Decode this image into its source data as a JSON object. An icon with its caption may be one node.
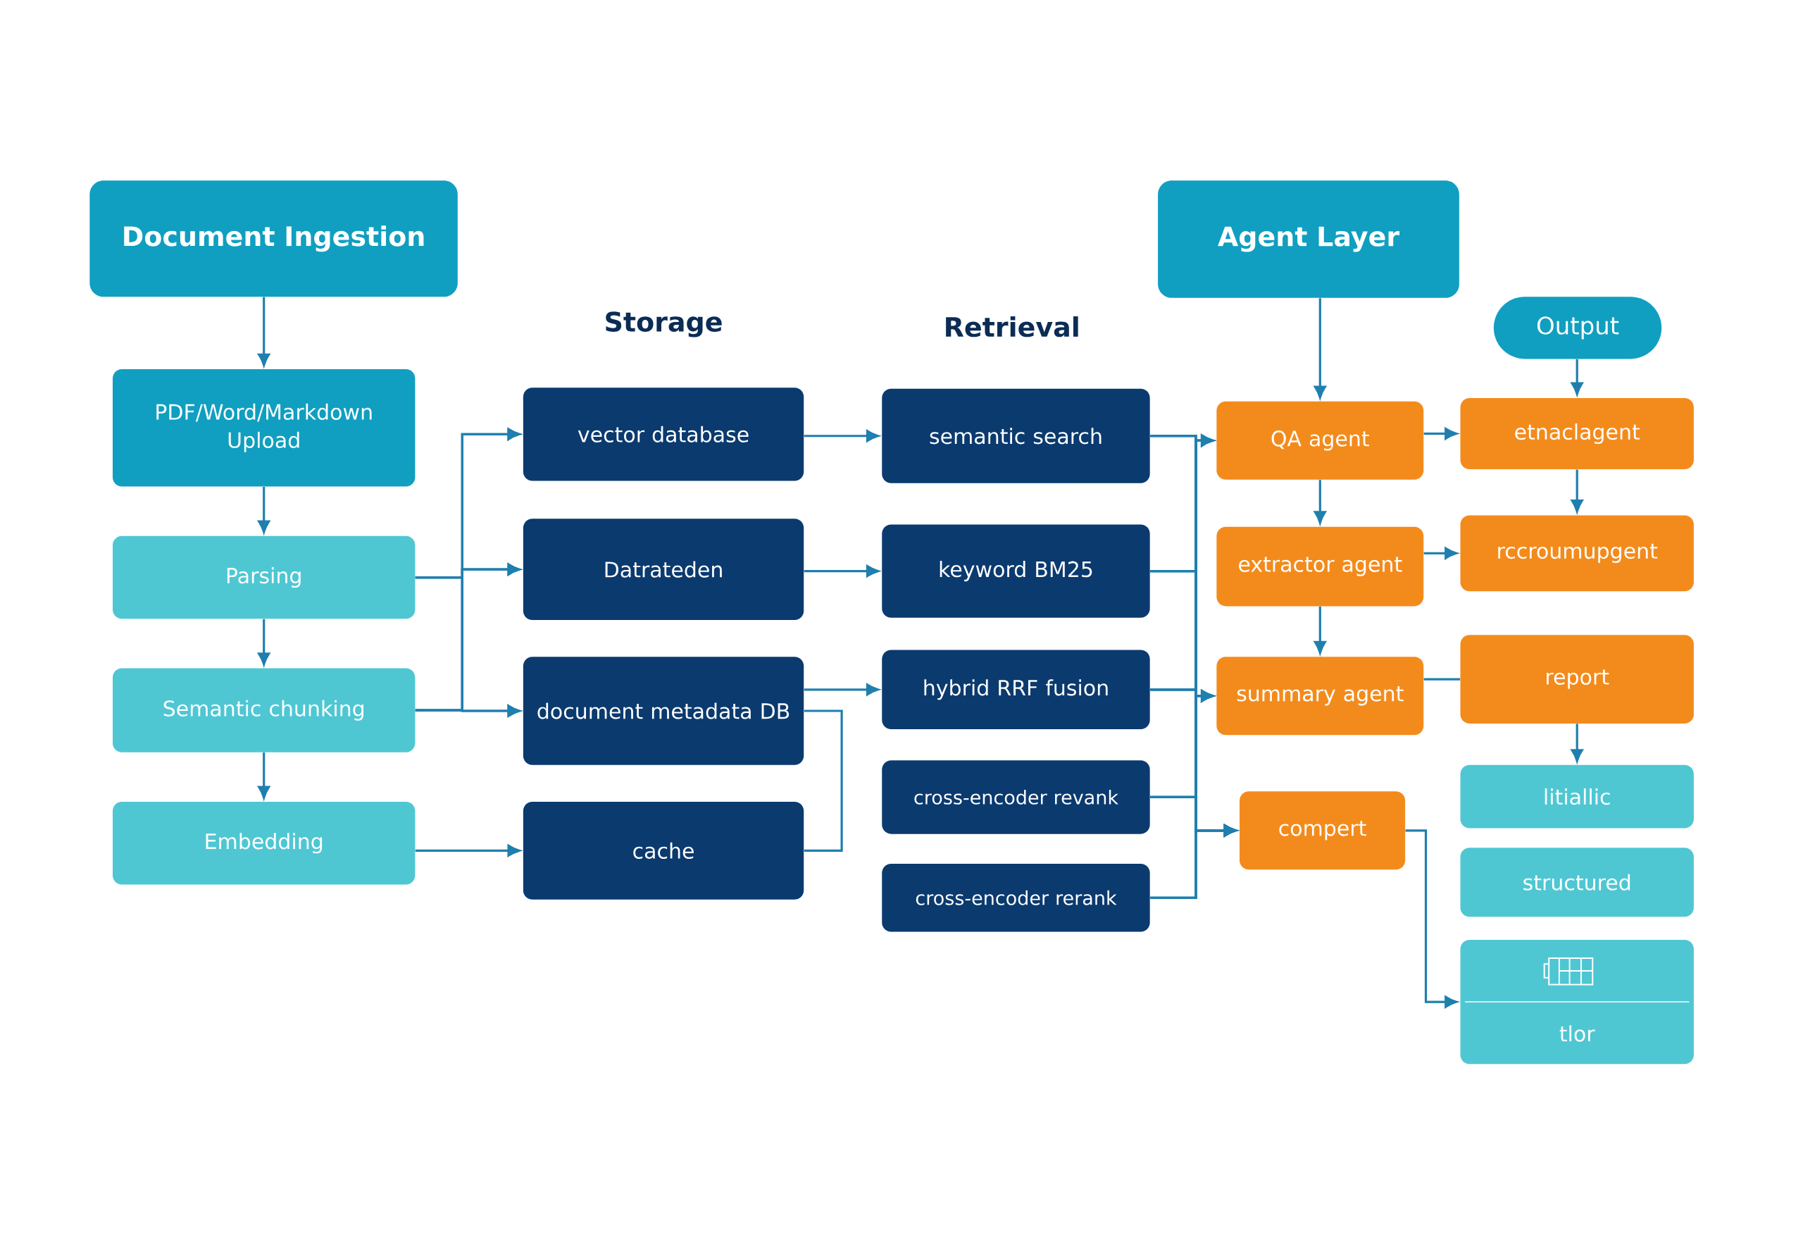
{
  "diagram": {
    "nodes": [
      {
        "text": [
          "Document Ingestion"
        ]
      },
      {
        "text": [
          "PDF/Word/Markdown Upload"
        ]
      },
      {
        "text": [
          "Parsing"
        ]
      },
      {
        "text": [
          "Semantic chunking"
        ]
      },
      {
        "text": [
          "Embedding"
        ]
      },
      {
        "text": [
          "vector database"
        ]
      },
      {
        "text": [
          "Datrateden"
        ]
      },
      {
        "text": [
          "document metadata DB"
        ]
      },
      {
        "text": [
          "cache"
        ]
      },
      {
        "text": [
          "semantic search"
        ]
      },
      {
        "text": [
          "keyword BM25"
        ]
      },
      {
        "text": [
          "hybrid RRF fusion"
        ]
      },
      {
        "text": [
          "cross-encoder revank"
        ]
      },
      {
        "text": [
          "cross-encoder rerank"
        ]
      },
      {
        "text": [
          "Agent Layer"
        ]
      },
      {
        "text": [
          "QA agent"
        ]
      },
      {
        "text": [
          "extractor agent"
        ]
      },
      {
        "text": [
          "summary agent"
        ]
      },
      {
        "text": [
          "compert"
        ]
      },
      {
        "text": [
          "Output"
        ]
      },
      {
        "text": [
          "etnaclagent"
        ]
      },
      {
        "text": [
          "rccroumupgent"
        ]
      },
      {
        "text": [
          "report"
        ]
      },
      {
        "text": [
          "litiallic"
        ]
      },
      {
        "text": [
          "structured"
        ]
      },
      {
        "text": [
          "tlor"
        ]
      }
    ],
    "edges": [
      {
        "from": 0,
        "to": 1,
        "arrow": "to"
      },
      {
        "from": 1,
        "to": 2,
        "arrow": "to"
      },
      {
        "from": 2,
        "to": 3,
        "arrow": "to"
      },
      {
        "from": 3,
        "to": 4,
        "arrow": "to"
      },
      {
        "from": 2,
        "to": 5,
        "arrow": "to"
      },
      {
        "from": 2,
        "to": 6,
        "arrow": "to"
      },
      {
        "from": 2,
        "to": 7,
        "arrow": "to"
      },
      {
        "from": 3,
        "to": 5,
        "arrow": "to"
      },
      {
        "from": 3,
        "to": 6,
        "arrow": "to"
      },
      {
        "from": 3,
        "to": 7,
        "arrow": "to"
      },
      {
        "from": 4,
        "to": 8,
        "arrow": "to"
      },
      {
        "from": 5,
        "to": 9,
        "arrow": "to"
      },
      {
        "from": 6,
        "to": 10,
        "arrow": "to"
      },
      {
        "from": 7,
        "to": 11,
        "arrow": "to"
      },
      {
        "from": 7,
        "to": 8,
        "arrow": "none"
      },
      {
        "from": 9,
        "to": 15,
        "arrow": "to"
      },
      {
        "from": 9,
        "to": 17,
        "arrow": "to"
      },
      {
        "from": 9,
        "to": 18,
        "arrow": "to"
      },
      {
        "from": 10,
        "to": 15,
        "arrow": "to"
      },
      {
        "from": 10,
        "to": 17,
        "arrow": "to"
      },
      {
        "from": 10,
        "to": 18,
        "arrow": "to"
      },
      {
        "from": 11,
        "to": 15,
        "arrow": "to"
      },
      {
        "from": 11,
        "to": 17,
        "arrow": "to"
      },
      {
        "from": 11,
        "to": 18,
        "arrow": "to"
      },
      {
        "from": 12,
        "to": 15,
        "arrow": "to"
      },
      {
        "from": 12,
        "to": 17,
        "arrow": "to"
      },
      {
        "from": 12,
        "to": 18,
        "arrow": "to"
      },
      {
        "from": 13,
        "to": 15,
        "arrow": "to"
      },
      {
        "from": 13,
        "to": 17,
        "arrow": "to"
      },
      {
        "from": 13,
        "to": 18,
        "arrow": "to"
      },
      {
        "from": 14,
        "to": 15,
        "arrow": "to"
      },
      {
        "from": 15,
        "to": 16,
        "arrow": "to"
      },
      {
        "from": 16,
        "to": 17,
        "arrow": "to"
      },
      {
        "from": 15,
        "to": 20,
        "arrow": "to"
      },
      {
        "from": 16,
        "to": 21,
        "arrow": "to"
      },
      {
        "from": 17,
        "to": 22,
        "arrow": "none"
      },
      {
        "from": 19,
        "to": 20,
        "arrow": "to"
      },
      {
        "from": 20,
        "to": 21,
        "arrow": "to"
      },
      {
        "from": 22,
        "to": 23,
        "arrow": "to"
      },
      {
        "from": 18,
        "to": 25,
        "arrow": "to"
      }
    ],
    "labels": [
      "Storage",
      "Retrieval"
    ]
  }
}
